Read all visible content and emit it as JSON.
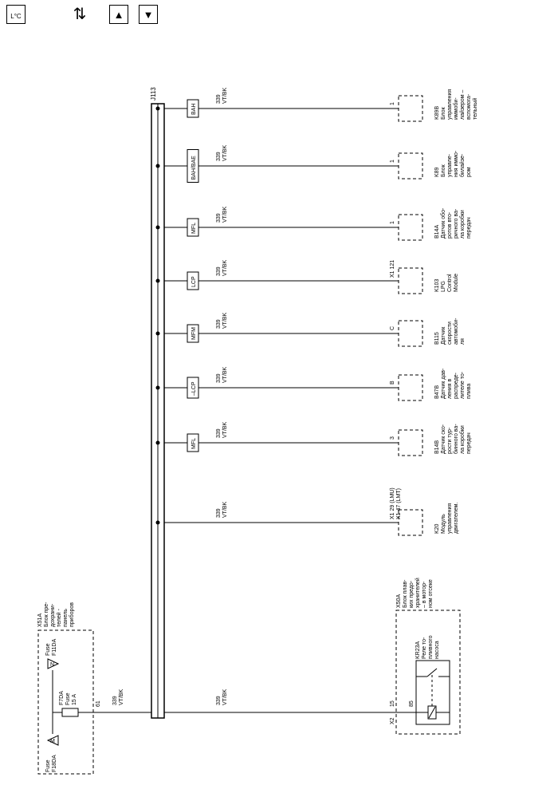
{
  "toolbar": {
    "items": [
      {
        "name": "legend-toggle-icon",
        "glyph": "L°C"
      },
      {
        "name": "flow-icon",
        "glyph": "⇅"
      },
      {
        "name": "arrow-up-icon",
        "glyph": "▲"
      },
      {
        "name": "arrow-down-icon",
        "glyph": "▼"
      }
    ]
  },
  "splice": {
    "label": "J113"
  },
  "wire": {
    "circuit": "339",
    "color": "VT/BK"
  },
  "branches": [
    {
      "tag": "BAH",
      "pin": "1",
      "component": [
        "K89B",
        "Блок",
        "управления",
        "иммоби-",
        "лайзером –",
        "вспомога-",
        "тельный"
      ]
    },
    {
      "tag": "BAH/BAE",
      "pin": "1",
      "component": [
        "K89",
        "Блок",
        "управле-",
        "ния иммо-",
        "билайзе-",
        "ром"
      ]
    },
    {
      "tag": "MFL",
      "pin": "1",
      "component": [
        "B14A",
        "Датчик обо-",
        "ротов вто-",
        "ричного ва-",
        "ла коробки",
        "передач"
      ]
    },
    {
      "tag": "LCP",
      "pin": "X1  121",
      "component": [
        "K103",
        "LPG",
        "Control",
        "Module"
      ]
    },
    {
      "tag": "MFM",
      "pin": "C",
      "component": [
        "B115",
        "Датчик",
        "скорости",
        "автомоби-",
        "ля"
      ]
    },
    {
      "tag": "–LCP",
      "pin": "B",
      "component": [
        "B47B",
        "Датчик дав-",
        "ления в",
        "распреде-",
        "лителе то-",
        "плива"
      ]
    },
    {
      "tag": "MFL",
      "pin": "3",
      "component": [
        "B14B",
        "Датчик ско-",
        "рости тур-",
        "бинного ва-",
        "ла коробки",
        "передач"
      ]
    },
    {
      "tag": "",
      "pin": "X1  29 (LMU) | X1  47 (LMT)",
      "component": [
        "K20",
        "Модуль",
        "управления",
        "двигателем."
      ]
    }
  ],
  "fuse_block": {
    "label": [
      "X51A",
      "Блок пре-",
      "дохрани-",
      "телей -",
      "панель",
      "приборов"
    ],
    "fuse_left": [
      "Fuse",
      "F18DA"
    ],
    "fuse_left_letter": "M",
    "fuse_right": [
      "Fuse",
      "F11DA"
    ],
    "fuse_right_letter": "N",
    "fuse_main": [
      "F7DA",
      "Fuse",
      "15 A"
    ],
    "pin": "61"
  },
  "relay_block": {
    "label": [
      "X50A",
      "Блок плав-",
      "ких предо-",
      "хранителей",
      "– в мотор-",
      "ном отсеке"
    ],
    "relay": [
      "KR23A",
      "Реле то-",
      "пливного",
      "насоса"
    ],
    "connector": "X2",
    "pin_a": "15",
    "pin_b": "85"
  }
}
